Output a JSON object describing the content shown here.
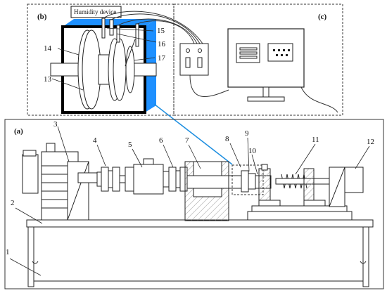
{
  "panels": {
    "a": "(a)",
    "b": "(b)",
    "c": "(c)"
  },
  "humidity_label": "Humidity device",
  "numbers": [
    "1",
    "2",
    "3",
    "4",
    "5",
    "6",
    "7",
    "8",
    "9",
    "10",
    "11",
    "12",
    "13",
    "14",
    "15",
    "16",
    "17"
  ],
  "colors": {
    "accent_blue": "#1f8fe0",
    "box_blue": "#1e90ff",
    "line": "#111111",
    "hatch": "#888888"
  }
}
